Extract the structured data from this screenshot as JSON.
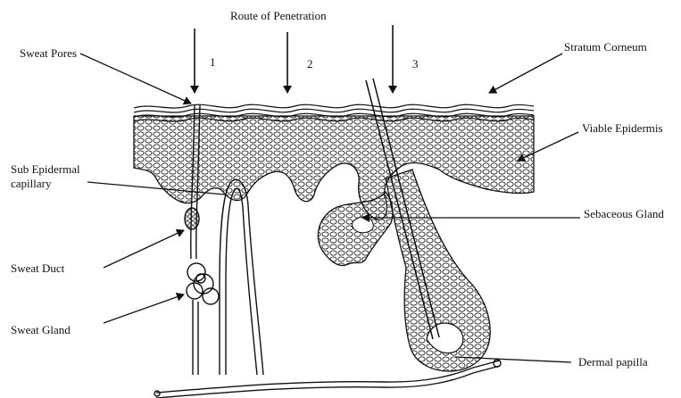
{
  "diagram": {
    "title": "Route of Penetration",
    "routes": [
      "1",
      "2",
      "3"
    ],
    "labels": {
      "sweat_pores": "Sweat Pores",
      "sub_epidermal_line1": "Sub Epidermal",
      "sub_epidermal_line2": "capillary",
      "sweat_duct": "Sweat Duct",
      "sweat_gland": "Sweat Gland",
      "stratum_corneum": "Stratum Corneum",
      "viable_epidermis": "Viable Epidermis",
      "sebaceous_gland": "Sebaceous Gland",
      "dermal_papilla": "Dermal papilla"
    }
  }
}
